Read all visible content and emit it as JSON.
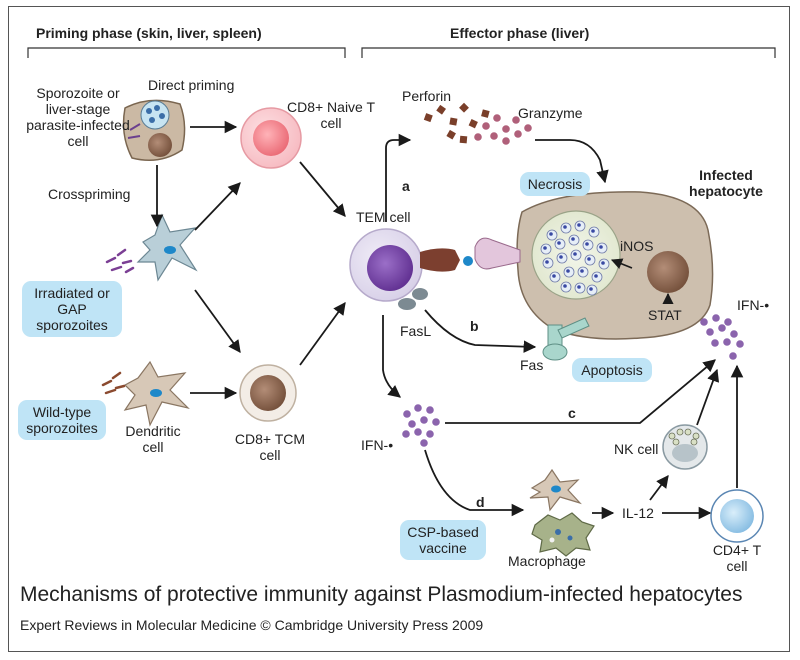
{
  "phases": {
    "priming": "Priming phase (skin, liver, spleen)",
    "effector": "Effector phase (liver)"
  },
  "labels": {
    "infected_cell": "Sporozoite or liver-stage parasite-infected cell",
    "direct_priming": "Direct priming",
    "cd8_naive": "CD8+ Naive T cell",
    "crosspriming": "Crosspriming",
    "dendritic_cell": "Dendritic cell",
    "cd8_tcm": "CD8+ TCM cell",
    "perforin": "Perforin",
    "granzyme": "Granzyme",
    "tem_cell": "TEM cell",
    "infected_hepatocyte": "Infected hepatocyte",
    "inos": "iNOS",
    "stat": "STAT",
    "fasl": "FasL",
    "fas": "Fas",
    "ifn_right": "IFN-•",
    "ifn_left": "IFN-•",
    "nk_cell": "NK cell",
    "il12": "IL-12",
    "macrophage": "Macrophage",
    "cd4": "CD4+ T cell"
  },
  "tags": {
    "irradiated": "Irradiated or GAP sporozoites",
    "wild_type": "Wild-type sporozoites",
    "necrosis": "Necrosis",
    "apoptosis": "Apoptosis",
    "csp": "CSP-based vaccine"
  },
  "pathway_letters": {
    "a": "a",
    "b": "b",
    "c": "c",
    "d": "d"
  },
  "caption": "Mechanisms of protective immunity against Plasmodium-infected hepatocytes",
  "credit": "Expert Reviews in Molecular Medicine © Cambridge University Press 2009"
}
